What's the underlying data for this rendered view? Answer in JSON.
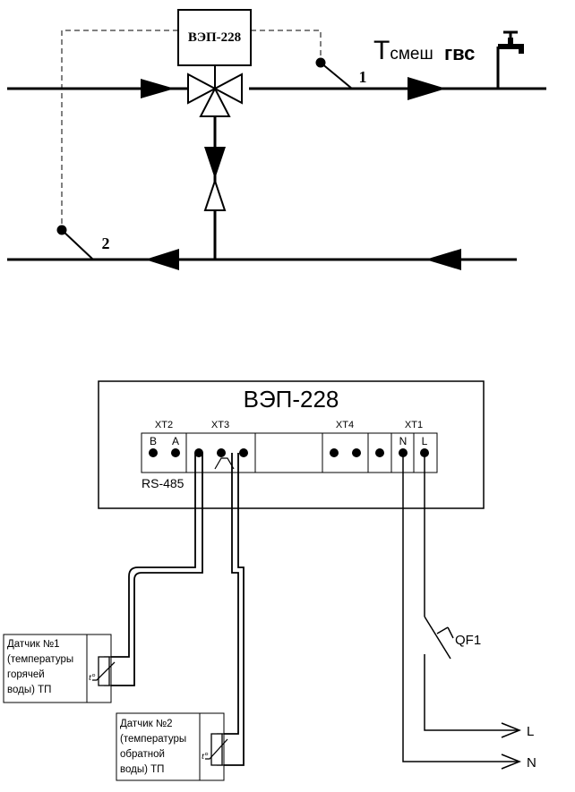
{
  "hydraulic": {
    "controller_label": "ВЭП-228",
    "mix_temp_symbol": "Т",
    "mix_temp_subscript": "смеш",
    "dhw_label": "гвс",
    "sensor1_number": "1",
    "sensor2_number": "2"
  },
  "wiring": {
    "device_title": "ВЭП-228",
    "terminal_blocks": [
      {
        "label": "XT2",
        "pins": [
          "B",
          "A"
        ]
      },
      {
        "label": "XT3",
        "pins": []
      },
      {
        "label": "XT4",
        "pins": []
      },
      {
        "label": "XT1",
        "pins": [
          "N",
          "L"
        ]
      }
    ],
    "rs485_label": "RS-485",
    "breaker_label": "QF1",
    "line_l_label": "L",
    "line_n_label": "N",
    "sensor1": {
      "lines": [
        "Датчик №1",
        "(температуры",
        "горячей",
        "воды) ТП"
      ],
      "t_symbol": "t°"
    },
    "sensor2": {
      "lines": [
        "Датчик №2",
        "(температуры",
        "обратной",
        "воды) ТП"
      ],
      "t_symbol": "t°"
    }
  }
}
